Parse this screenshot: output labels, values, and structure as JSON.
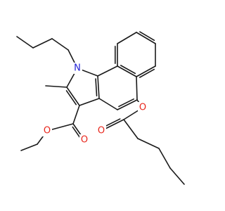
{
  "molecule": {
    "atom_labels": {
      "nitrogen": "N",
      "ester_carbonyl_oxygen": "O",
      "ester_ether_oxygen": "O",
      "ester_linking_oxygen": "O",
      "pentanoyl_carbonyl_oxygen": "O"
    }
  },
  "colors": {
    "nitrogen": "#1f1fd6",
    "oxygen": "#e8261c",
    "bond": "#1a1a1a"
  }
}
